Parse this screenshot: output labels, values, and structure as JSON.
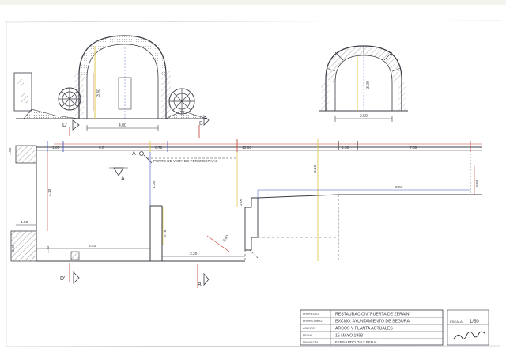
{
  "drawing": {
    "arch_left": {
      "height_dim": "3.40",
      "width_dim": "4.00"
    },
    "arch_right": {
      "height_dim": "3.90",
      "width_dim": "3.50"
    },
    "section_marks": {
      "d_prime_top": "D'",
      "b_top": "B",
      "a_mid": "A",
      "a_lower": "A",
      "d_prime_bottom": "D'",
      "b_bottom": "B'"
    },
    "viewpoint_label": "PUNTO DE VISTA DE PERSPECTIVAS",
    "dimensions": {
      "d_150_left": "1.50",
      "d_100": "1.00",
      "d_90": "9.0",
      "d_070": "0.70",
      "d_1000": "10.00",
      "d_130": "1.30",
      "d_730": "7.30",
      "d_595": "5.95",
      "d_200": "2.00",
      "d_410": "4.10",
      "d_310": "3.10",
      "d_850": "8.50",
      "d_430": "4.30",
      "d_576": "5.76",
      "d_150_low": "1.50",
      "d_170": "1.70",
      "d_640": "6.40",
      "d_280": "2.80",
      "d_320": "3.20",
      "d_300": "3.00"
    }
  },
  "title_block": {
    "rows": [
      {
        "label": "PROYECTO",
        "value": "RESTAURACION \"PUERTA DE ZERAIN\""
      },
      {
        "label": "PROPIETARIO",
        "value": "EXCMO. AYUNTAMIENTO DE SEGURA"
      },
      {
        "label": "ASUNTO",
        "value": "ARCOS Y PLANTA ACTUALES"
      },
      {
        "label": "FECHA",
        "value": "15 MAYO 1993"
      },
      {
        "label": "PROYECTA",
        "value": "FERNANDO DIAZ PERAL"
      }
    ],
    "scale_label": "ESCALA",
    "scale_value": "1/50"
  },
  "colors": {
    "paper": "#ffffff",
    "ink": "#3b3b46",
    "blue": "#3a4fb8",
    "red": "#c23a2e",
    "yellow": "#d9c43a",
    "green": "#4f8f3a"
  }
}
